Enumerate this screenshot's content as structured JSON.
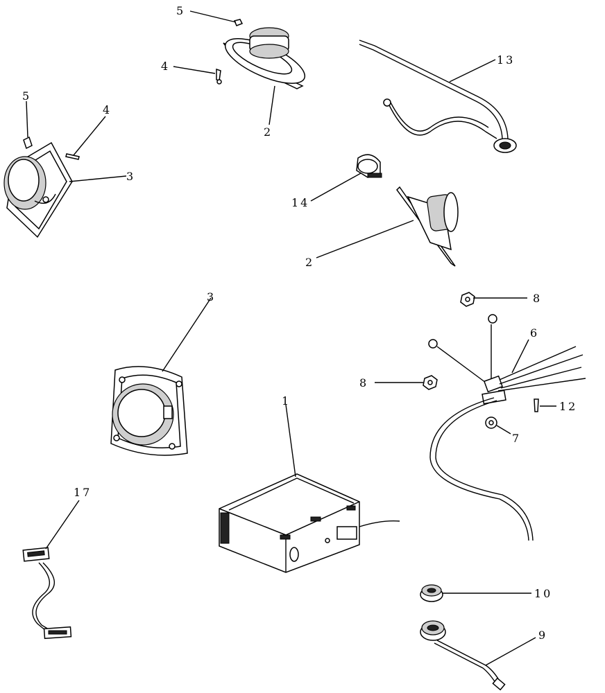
{
  "callouts": {
    "c1": "1",
    "c2a": "2",
    "c2b": "2",
    "c3a": "3",
    "c3b": "3",
    "c4a": "4",
    "c4b": "4",
    "c5a": "5",
    "c5b": "5",
    "c6": "6",
    "c7": "7",
    "c8a": "8",
    "c8b": "8",
    "c9": "9",
    "c10": "10",
    "c12": "12",
    "c13": "13",
    "c14": "14",
    "c17": "17"
  }
}
